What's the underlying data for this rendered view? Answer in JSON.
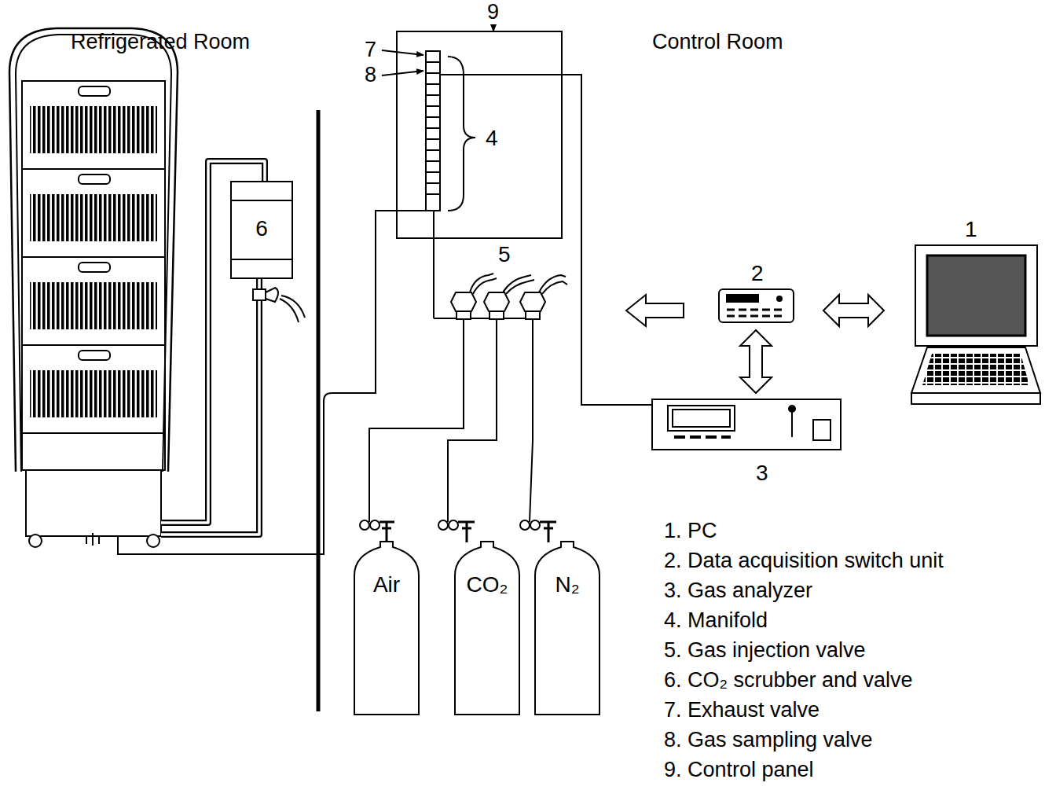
{
  "diagram": {
    "nodes": [
      {
        "text": [
          "6"
        ]
      },
      {
        "text": [
          "Air"
        ]
      },
      {
        "text": [
          "CO₂"
        ]
      },
      {
        "text": [
          "N₂"
        ]
      }
    ],
    "labels": [
      "Refrigerated Room",
      "Control Room",
      "9",
      "7",
      "8",
      "4",
      "5",
      "2",
      "1",
      "3",
      "1. PC",
      "2. Data acquisition switch unit",
      "3. Gas analyzer",
      "4. Manifold",
      "5. Gas injection valve",
      "6. CO₂ scrubber and valve",
      "7. Exhaust valve",
      "8. Gas sampling valve",
      "9. Control panel"
    ]
  }
}
